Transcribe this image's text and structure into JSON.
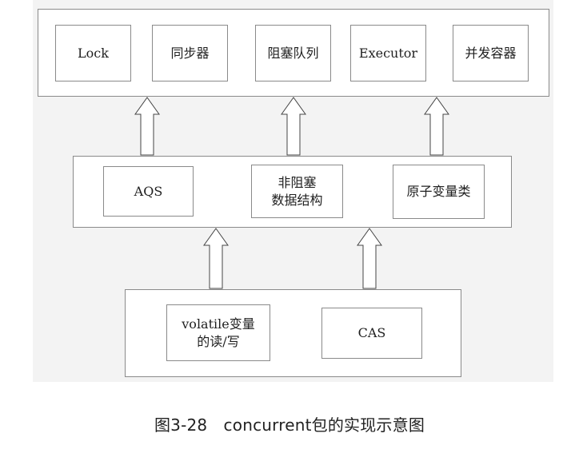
{
  "diagram": {
    "top_layer": {
      "boxes": [
        "Lock",
        "同步器",
        "阻塞队列",
        "Executor",
        "并发容器"
      ]
    },
    "middle_layer": {
      "boxes": [
        {
          "line1": "AQS",
          "line2": ""
        },
        {
          "line1": "非阻塞",
          "line2": "数据结构"
        },
        {
          "line1": "原子变量类",
          "line2": ""
        }
      ]
    },
    "bottom_layer": {
      "boxes": [
        {
          "line1": "volatile变量",
          "line2": "的读/写"
        },
        {
          "line1": "CAS",
          "line2": ""
        }
      ]
    }
  },
  "caption": "图3-28　concurrent包的实现示意图"
}
